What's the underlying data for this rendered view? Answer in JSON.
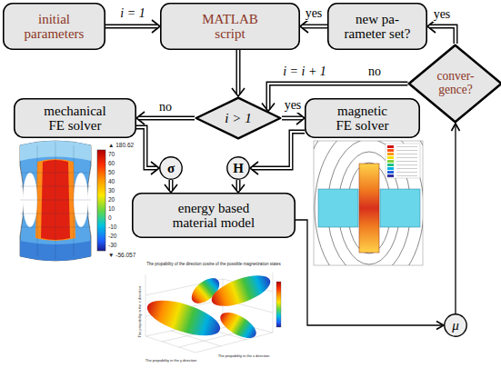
{
  "diagram": {
    "nodes": [
      {
        "text": [
          "initial parameters"
        ]
      },
      {
        "text": [
          "MATLAB script"
        ]
      },
      {
        "text": [
          "new pa- rameter set?"
        ]
      },
      {
        "text": [
          "conver- gence?"
        ]
      },
      {
        "text": [
          "mechanical FE solver"
        ]
      },
      {
        "text": [
          "i > 1"
        ]
      },
      {
        "text": [
          "magnetic FE solver"
        ]
      },
      {
        "text": [
          "σ"
        ]
      },
      {
        "text": [
          "H"
        ]
      },
      {
        "text": [
          "energy based material model"
        ]
      },
      {
        "text": [
          "μ"
        ]
      }
    ],
    "edges": [
      {
        "from": 0,
        "to": 1,
        "arrow": "to",
        "label": "i = 1"
      },
      {
        "from": 2,
        "to": 1,
        "arrow": "to",
        "label": "yes"
      },
      {
        "from": 1,
        "to": 5,
        "arrow": "to"
      },
      {
        "from": 3,
        "to": 2,
        "arrow": "to",
        "label": "yes"
      },
      {
        "from": 3,
        "to": 5,
        "arrow": "to",
        "label": "no"
      },
      {
        "from": 5,
        "to": 4,
        "arrow": "to",
        "label": "no"
      },
      {
        "from": 5,
        "to": 6,
        "arrow": "to",
        "label": "yes"
      },
      {
        "from": 4,
        "to": 7,
        "arrow": "to"
      },
      {
        "from": 6,
        "to": 8,
        "arrow": "to"
      },
      {
        "from": 7,
        "to": 9,
        "arrow": "to"
      },
      {
        "from": 8,
        "to": 9,
        "arrow": "to"
      },
      {
        "from": 9,
        "to": 10,
        "arrow": "to"
      },
      {
        "from": 10,
        "to": 3,
        "arrow": "to"
      }
    ],
    "labels": [
      "i = i + 1",
      "▲ 180.62",
      "70",
      "60",
      "50",
      "40",
      "30",
      "20",
      "10",
      "0",
      "-10",
      "-20",
      "-30",
      "▼ -56.057",
      "The propability of the direction cosine of the possible magnetization states",
      "The propability in the y direction",
      "The propability in the x direction",
      "The propability in the z direction"
    ]
  }
}
